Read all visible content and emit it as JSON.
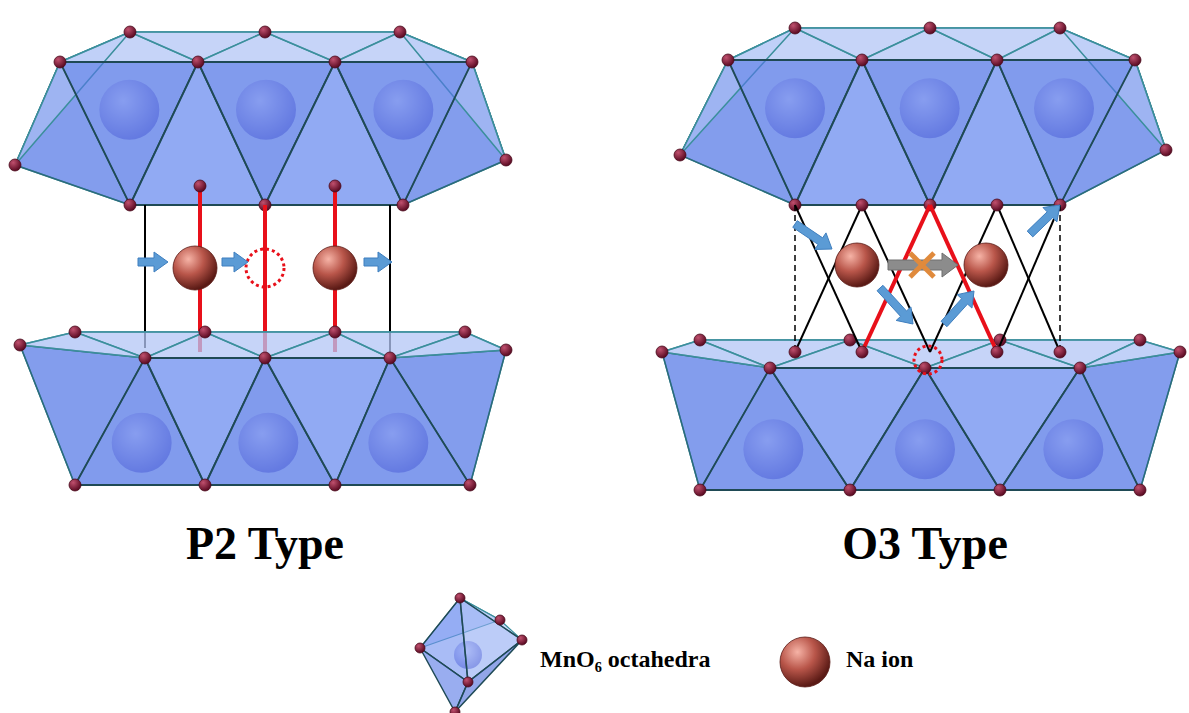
{
  "diagram": {
    "labels": [
      "P2 Type",
      "O3 Type"
    ],
    "legend": [
      {
        "text": "MnO₆ octahedra"
      },
      {
        "text": "Na ion"
      }
    ]
  }
}
